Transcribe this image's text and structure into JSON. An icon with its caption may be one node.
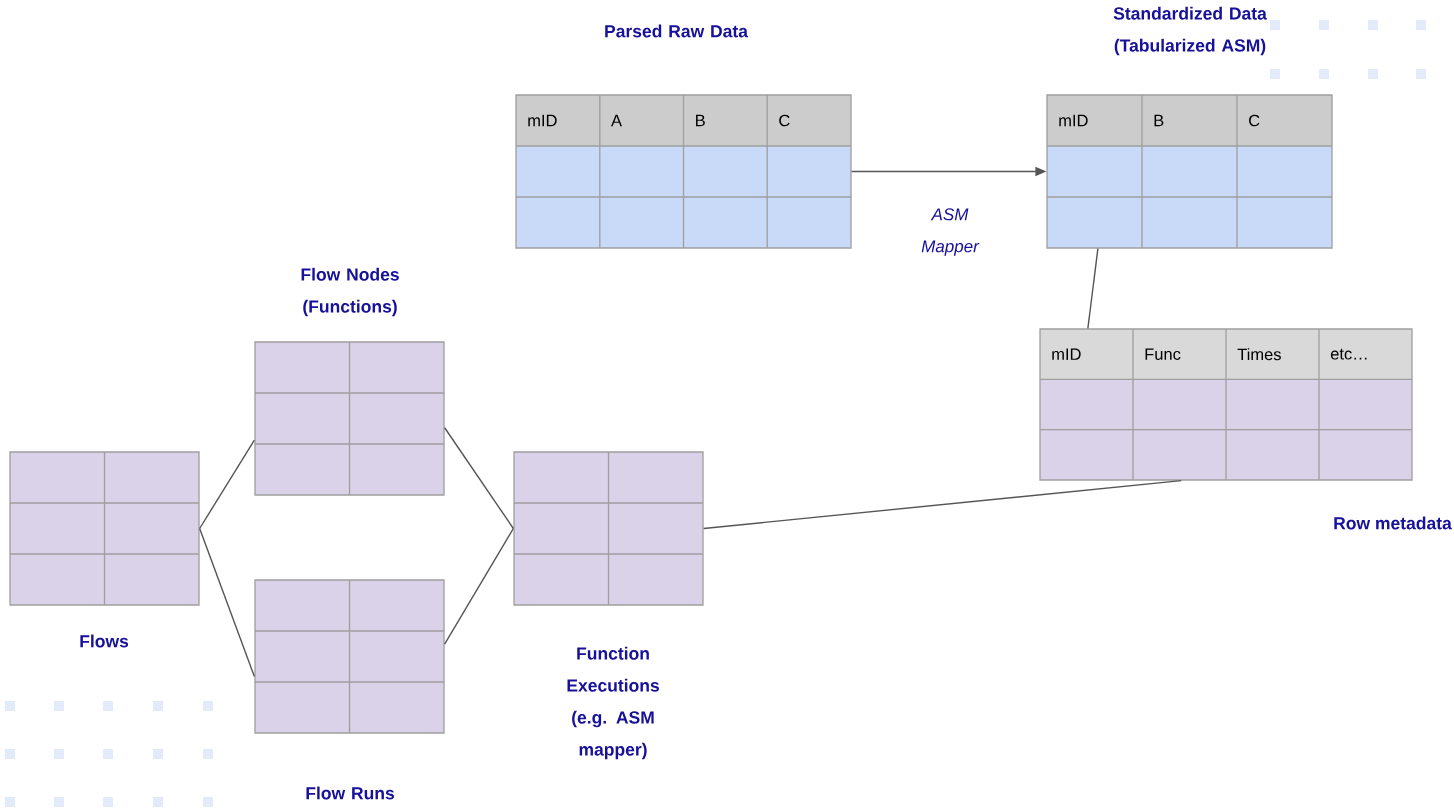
{
  "diagram": {
    "nodes": [
      {
        "text": [
          "Parsed Raw Data",
          "mID",
          "A",
          "B",
          "C"
        ]
      },
      {
        "text": [
          "Standardized Data (Tabularized ASM)",
          "mID",
          "B",
          "C"
        ]
      },
      {
        "text": [
          "Row metadata",
          "mID",
          "Func",
          "Times",
          "etc…"
        ]
      },
      {
        "text": [
          "Flow Nodes (Functions)"
        ]
      },
      {
        "text": [
          "Flows"
        ]
      },
      {
        "text": [
          "Flow Runs"
        ]
      },
      {
        "text": [
          "Function Executions (e.g. ASM mapper)"
        ]
      }
    ],
    "edges": [
      {
        "from": 0,
        "to": 1,
        "arrow": "to",
        "label": "ASM Mapper"
      },
      {
        "from": 1,
        "to": 2,
        "arrow": "none"
      },
      {
        "from": 4,
        "to": 3,
        "arrow": "none"
      },
      {
        "from": 4,
        "to": 5,
        "arrow": "none"
      },
      {
        "from": 3,
        "to": 6,
        "arrow": "none"
      },
      {
        "from": 5,
        "to": 6,
        "arrow": "none"
      },
      {
        "from": 6,
        "to": 2,
        "arrow": "none"
      }
    ]
  }
}
